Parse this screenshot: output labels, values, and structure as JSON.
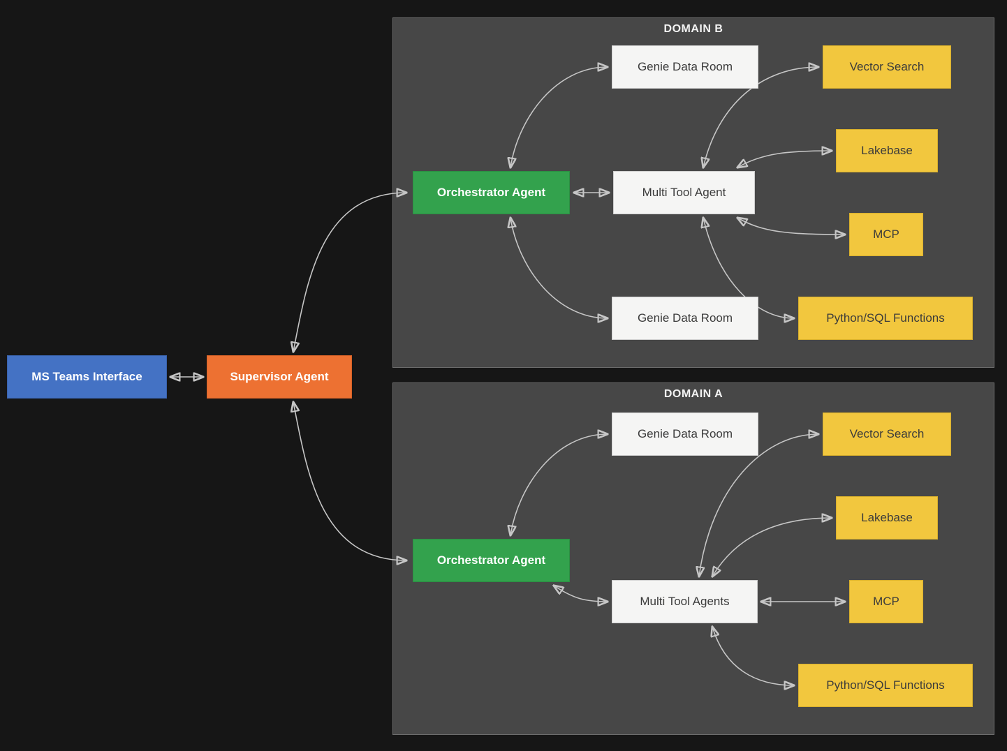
{
  "diagram": {
    "colors": {
      "background": "#161616",
      "panel": "#474747",
      "panel_border": "#6d6d6d",
      "blue": "#4472C4",
      "orange": "#ED7132",
      "green": "#33A24D",
      "yellow": "#F2C73E",
      "light_box": "#F5F5F4",
      "arrow": "#C6C6C6",
      "dark_text": "#3B3B3B"
    },
    "root": {
      "ms_teams": {
        "label": "MS Teams Interface"
      },
      "supervisor": {
        "label": "Supervisor Agent"
      }
    },
    "domain_b": {
      "title": "DOMAIN B",
      "genie_top": {
        "label": "Genie Data Room"
      },
      "orchestrator": {
        "label": "Orchestrator Agent"
      },
      "multi_tool": {
        "label": "Multi Tool Agent"
      },
      "vector_search": {
        "label": "Vector Search"
      },
      "lakebase": {
        "label": "Lakebase"
      },
      "mcp": {
        "label": "MCP"
      },
      "python_sql": {
        "label": "Python/SQL Functions"
      },
      "genie_bottom": {
        "label": "Genie Data Room"
      }
    },
    "domain_a": {
      "title": "DOMAIN A",
      "genie": {
        "label": "Genie Data Room"
      },
      "orchestrator": {
        "label": "Orchestrator Agent"
      },
      "multi_tool": {
        "label": "Multi Tool Agents"
      },
      "vector_search": {
        "label": "Vector Search"
      },
      "lakebase": {
        "label": "Lakebase"
      },
      "mcp": {
        "label": "MCP"
      },
      "python_sql": {
        "label": "Python/SQL Functions"
      }
    },
    "edges": [
      {
        "from": "ms-teams-interface",
        "to": "supervisor-agent",
        "bidirectional": true
      },
      {
        "from": "supervisor-agent",
        "to": "domain-b-orchestrator-agent",
        "bidirectional": true
      },
      {
        "from": "supervisor-agent",
        "to": "domain-a-orchestrator-agent",
        "bidirectional": true
      },
      {
        "from": "domain-b-orchestrator-agent",
        "to": "domain-b-genie-data-room-top",
        "bidirectional": true
      },
      {
        "from": "domain-b-orchestrator-agent",
        "to": "domain-b-genie-data-room-bottom",
        "bidirectional": true
      },
      {
        "from": "domain-b-orchestrator-agent",
        "to": "domain-b-multi-tool-agent",
        "bidirectional": true
      },
      {
        "from": "domain-b-multi-tool-agent",
        "to": "domain-b-vector-search",
        "bidirectional": true
      },
      {
        "from": "domain-b-multi-tool-agent",
        "to": "domain-b-lakebase",
        "bidirectional": true
      },
      {
        "from": "domain-b-multi-tool-agent",
        "to": "domain-b-mcp",
        "bidirectional": true
      },
      {
        "from": "domain-b-multi-tool-agent",
        "to": "domain-b-python-sql-functions",
        "bidirectional": true
      },
      {
        "from": "domain-a-orchestrator-agent",
        "to": "domain-a-genie-data-room",
        "bidirectional": true
      },
      {
        "from": "domain-a-orchestrator-agent",
        "to": "domain-a-multi-tool-agents",
        "bidirectional": true
      },
      {
        "from": "domain-a-multi-tool-agents",
        "to": "domain-a-vector-search",
        "bidirectional": true
      },
      {
        "from": "domain-a-multi-tool-agents",
        "to": "domain-a-lakebase",
        "bidirectional": true
      },
      {
        "from": "domain-a-multi-tool-agents",
        "to": "domain-a-mcp",
        "bidirectional": true
      },
      {
        "from": "domain-a-multi-tool-agents",
        "to": "domain-a-python-sql-functions",
        "bidirectional": true
      }
    ]
  }
}
